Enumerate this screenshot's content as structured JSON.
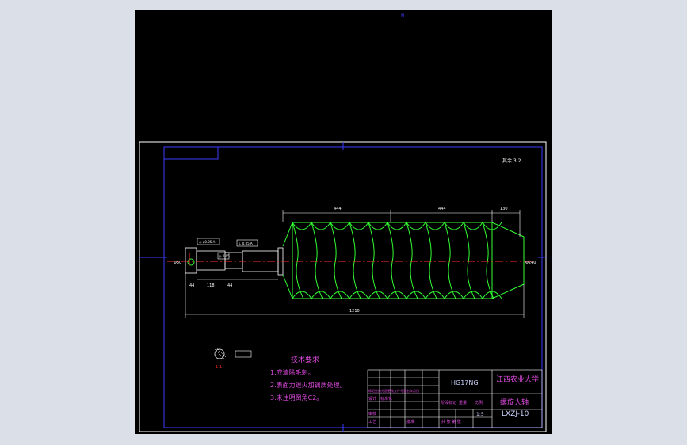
{
  "drawing": {
    "view_marker": "N",
    "top_right_label": "其余 3.2",
    "dims": {
      "top_left": "444",
      "top_mid": "444",
      "top_right": "130",
      "overall": "1210",
      "seg_a": "118",
      "seg_b": "44",
      "seg_c": "44",
      "right_dia": "Φ240",
      "left_dia": "Φ50"
    },
    "tolerance_frames": [
      "◎ φ0.05 A",
      "⊥ 0.05 A",
      "◎ 0.05"
    ],
    "section_label": "1-1"
  },
  "notes": {
    "title": "技术要求",
    "items": [
      "1.应清除毛刺。",
      "2.表面力退火加调质处理。",
      "3.未注明倒角C2。"
    ]
  },
  "title_block": {
    "material": "HG17NG",
    "school": "江西农业大学",
    "part_name": "螺旋大轴",
    "drawing_no": "LXZJ-10",
    "scale": "1:5",
    "labels": [
      "标记处数分区更改文件号签名年月日",
      "设计",
      "标准化",
      "审核",
      "工艺",
      "批准",
      "阶段标记",
      "重量",
      "比例",
      "共 张 第 张"
    ]
  },
  "colors": {
    "bg": "#000000",
    "border": "#ffffff",
    "inner_frame": "#3b3bff",
    "part": "#33ff33",
    "centerline": "#ff2a2a",
    "dimension": "#ffffff",
    "notes": "#e24be2"
  }
}
